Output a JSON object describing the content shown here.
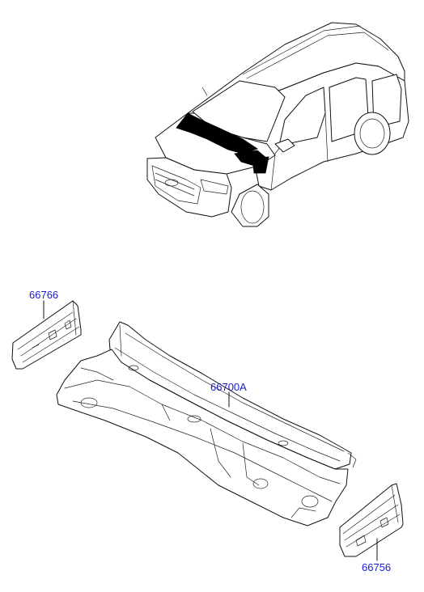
{
  "diagram": {
    "accent_color": "#1a1acc",
    "parts": [
      {
        "id": "p1",
        "code": "66766"
      },
      {
        "id": "p2",
        "code": "66700A"
      },
      {
        "id": "p3",
        "code": "66756"
      }
    ]
  }
}
